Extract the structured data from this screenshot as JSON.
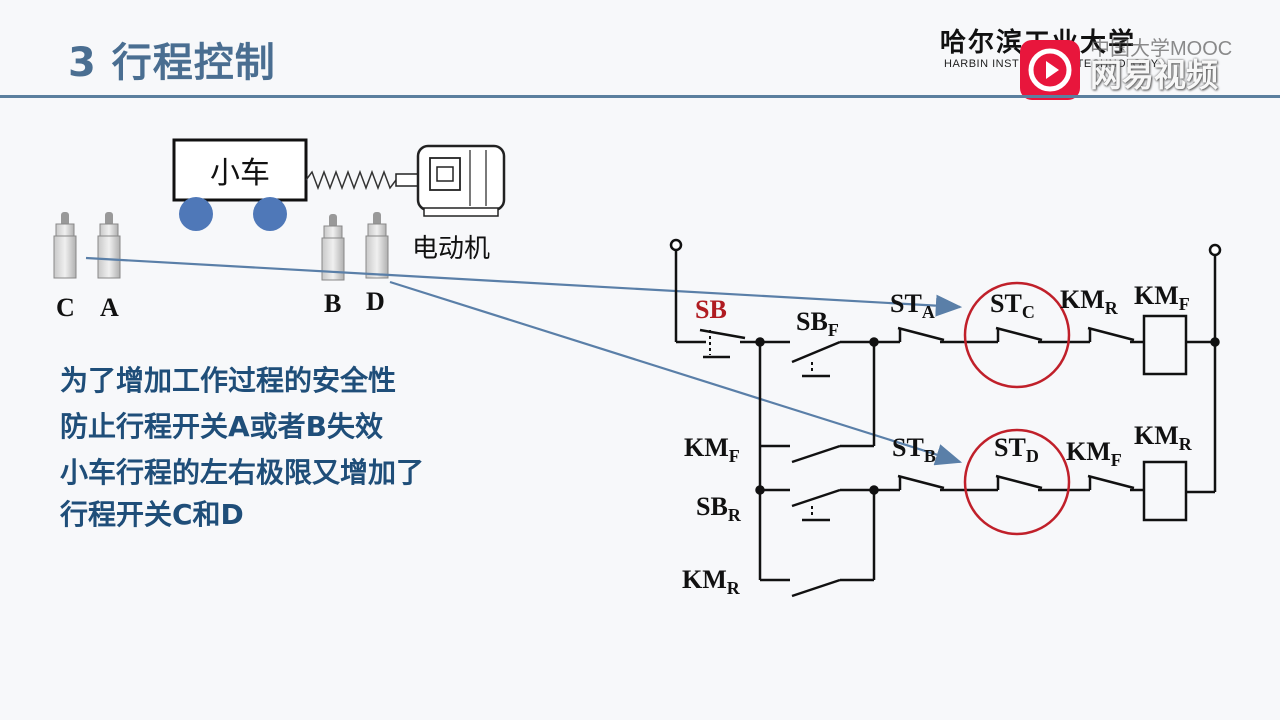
{
  "header": {
    "title": "3 行程控制",
    "logo_cn": "哈尔滨工业大学",
    "logo_en": "HARBIN INSTITUTE OF TECHNOLOGY",
    "mooc_text": "中国大学MOOC",
    "watermark": "网易视频"
  },
  "mechanism": {
    "cart_label": "小车",
    "motor_label": "电动机",
    "switches": [
      "C",
      "A",
      "B",
      "D"
    ]
  },
  "bullets": {
    "line1": "为了增加工作过程的安全性",
    "line2": "防止行程开关A或者B失效",
    "line3a": "小车行程的左右极限又增加了",
    "line3b": "行程开关C和D"
  },
  "circuit": {
    "sb": "SB",
    "sbf": "SB",
    "sbf_sub": "F",
    "sta": "ST",
    "sta_sub": "A",
    "stc": "ST",
    "stc_sub": "C",
    "kmr1": "KM",
    "kmr1_sub": "R",
    "kmf_coil": "KM",
    "kmf_coil_sub": "F",
    "kmf_aux": "KM",
    "kmf_aux_sub": "F",
    "stb": "ST",
    "stb_sub": "B",
    "std": "ST",
    "std_sub": "D",
    "kmf2": "KM",
    "kmf2_sub": "F",
    "kmr_coil": "KM",
    "kmr_coil_sub": "R",
    "sbr": "SB",
    "sbr_sub": "R",
    "kmr_aux": "KM",
    "kmr_aux_sub": "R"
  },
  "colors": {
    "title": "#4a6e91",
    "bullet_text": "#1f4e79",
    "highlight_circle": "#c0202a",
    "arrow": "#5a7fa8",
    "sb_label": "#b01c22"
  }
}
